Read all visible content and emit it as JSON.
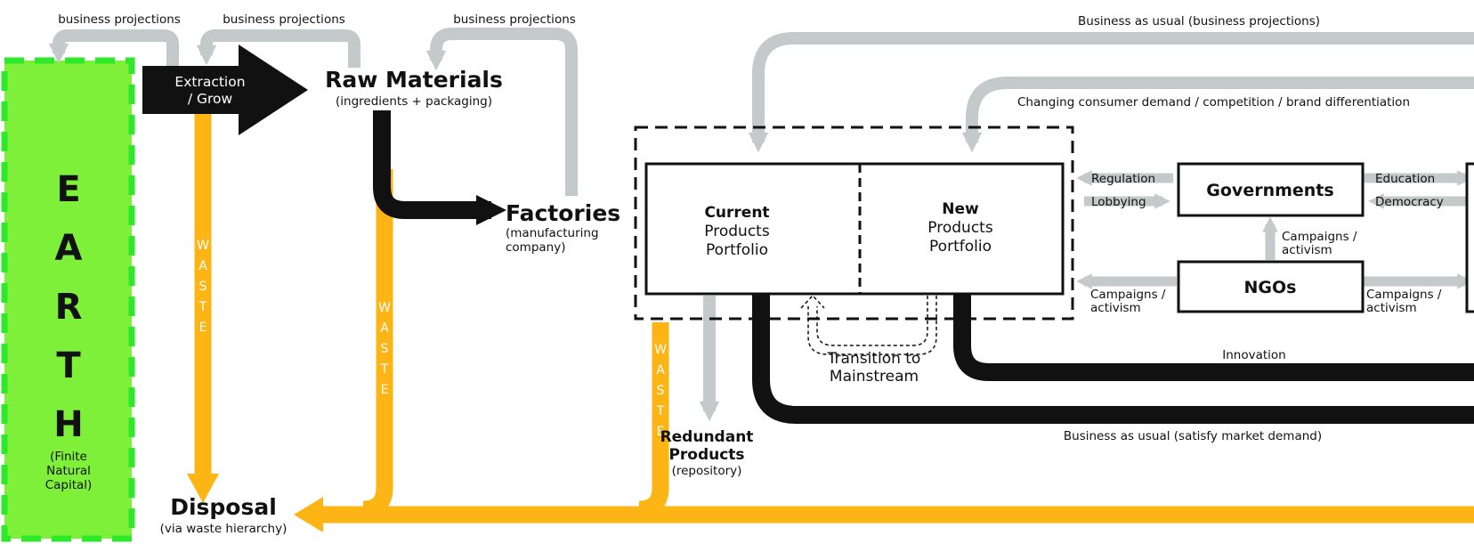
{
  "earth": {
    "letters": [
      "E",
      "A",
      "R",
      "T",
      "H"
    ],
    "note_lines": [
      "(Finite",
      "Natural",
      "Capital)"
    ]
  },
  "nodes": {
    "extraction_lines": [
      "Extraction",
      "/ Grow"
    ],
    "raw_materials": "Raw Materials",
    "raw_materials_sub": "(ingredients + packaging)",
    "factories": "Factories",
    "factories_sub_lines": [
      "(manufacturing",
      "company)"
    ],
    "current_portfolio_lines": [
      "Current",
      "Products",
      "Portfolio"
    ],
    "new_portfolio_lines": [
      "New",
      "Products",
      "Portfolio"
    ],
    "governments": "Governments",
    "ngos": "NGOs",
    "redundant_lines": [
      "Redundant",
      "Products",
      "(repository)"
    ],
    "disposal": "Disposal",
    "disposal_sub": "(via waste hierarchy)",
    "transition_lines": [
      "Transition to",
      "Mainstream"
    ]
  },
  "labels": {
    "bp1": "business projections",
    "bp2": "business projections",
    "bp3": "business projections",
    "bau_top": "Business as usual (business projections)",
    "changing_demand": "Changing consumer demand / competition  / brand differentiation",
    "regulation": "Regulation",
    "lobbying": "Lobbying",
    "education": "Education",
    "democracy": "Democracy",
    "campaigns_mid_lines": [
      "Campaigns /",
      "activism"
    ],
    "campaigns_left_lines": [
      "Campaigns /",
      "activism"
    ],
    "campaigns_right_lines": [
      "Campaigns /",
      "activism"
    ],
    "innovation": "Innovation",
    "bau_bottom": "Business as usual (satisfy market demand)"
  },
  "waste": {
    "col1": [
      "W",
      "A",
      "S",
      "T",
      "E"
    ],
    "col2": [
      "W",
      "A",
      "S",
      "T",
      "E"
    ],
    "col3": [
      "W",
      "A",
      "S",
      "T",
      "E"
    ]
  },
  "colors": {
    "earth_green": "#7ff03a",
    "earth_border": "#2ee82a",
    "waste_orange": "#fcb514",
    "flow_grey": "#c4c9c9",
    "flow_black": "#111111"
  }
}
